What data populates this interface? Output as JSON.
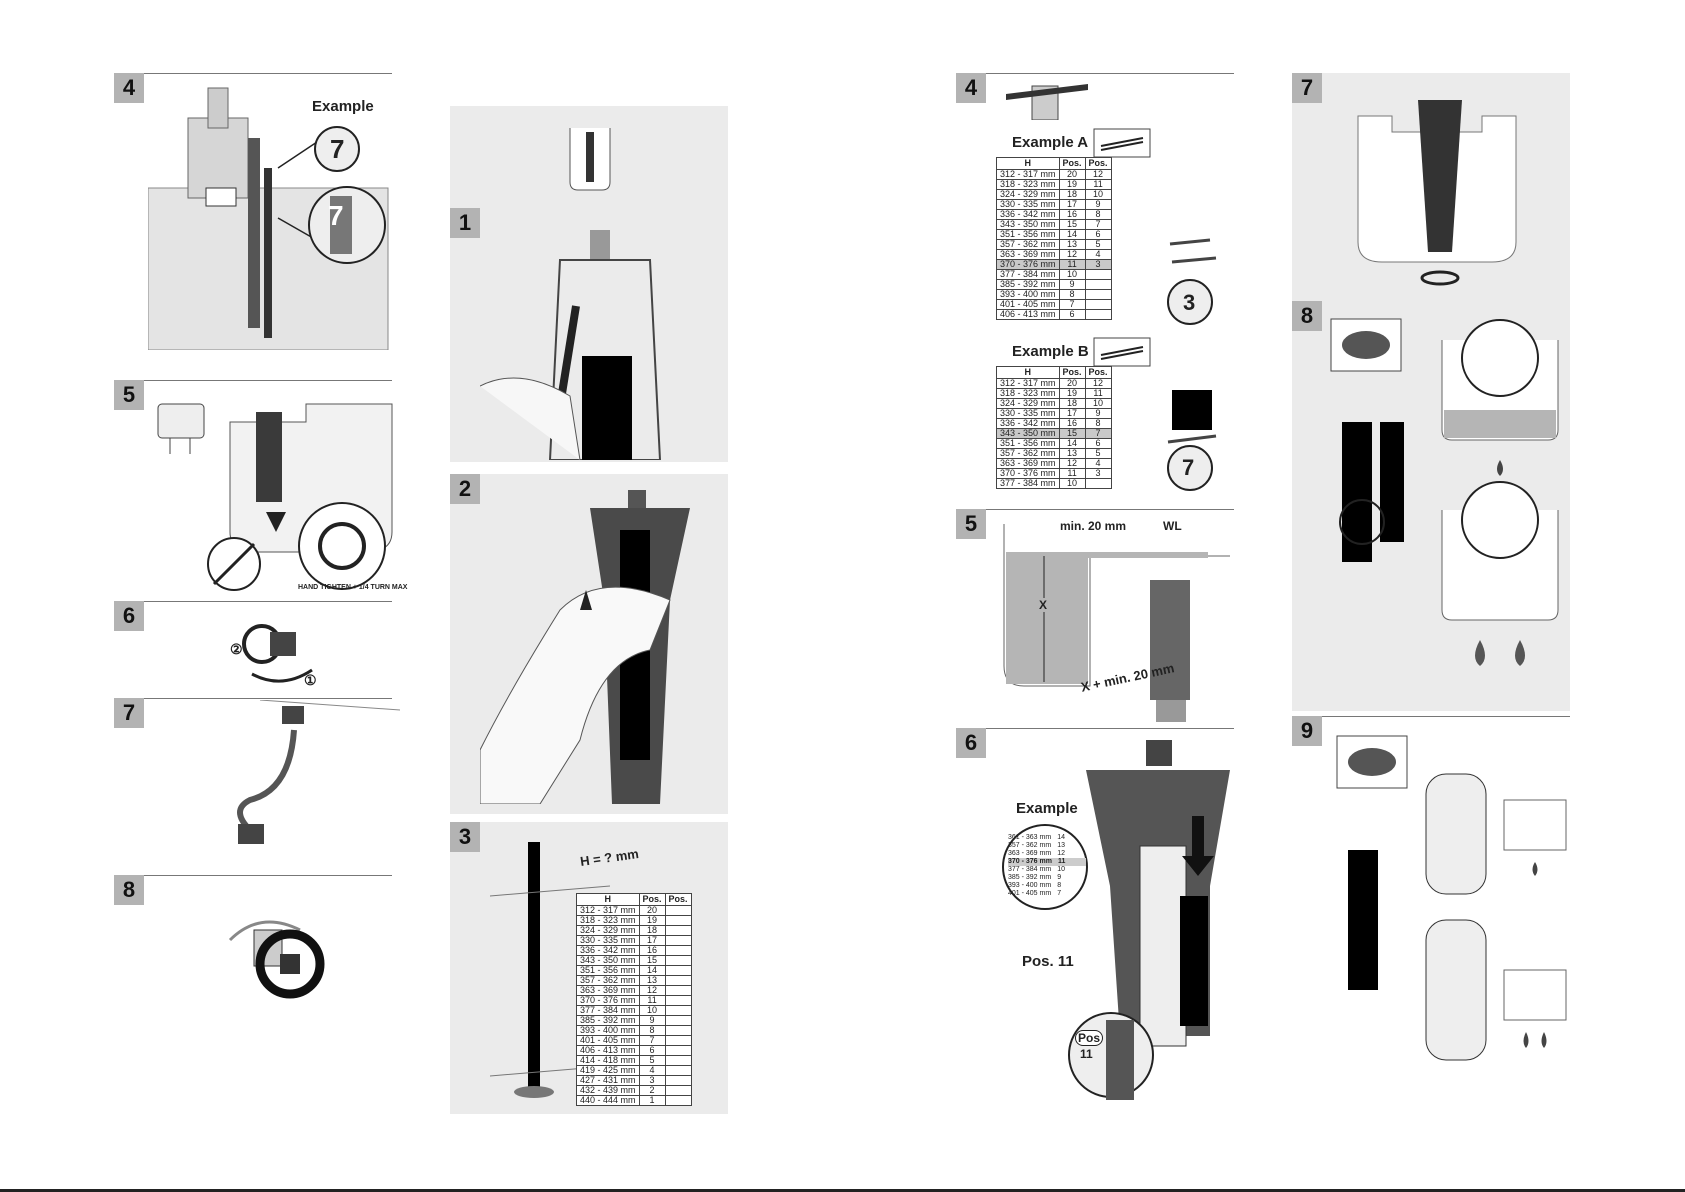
{
  "left_page": {
    "step4": {
      "badge": "4",
      "label": "Example",
      "callout_top": "7",
      "callout_bottom": "7"
    },
    "step5": {
      "badge": "5",
      "ring_text": "HAND TIGHTEN + 1/4 TURN MAX"
    },
    "step6": {
      "badge": "6",
      "marker_1": "①",
      "marker_2": "②"
    },
    "step7": {
      "badge": "7"
    },
    "step8": {
      "badge": "8"
    }
  },
  "middle_column": {
    "step1": {
      "badge": "1"
    },
    "step2": {
      "badge": "2"
    },
    "step3": {
      "badge": "3",
      "measure_label": "H = ? mm",
      "columns": [
        "H",
        "Pos.",
        "Pos."
      ],
      "rows": [
        [
          "312 - 317 mm",
          "20"
        ],
        [
          "318 - 323 mm",
          "19"
        ],
        [
          "324 - 329 mm",
          "18"
        ],
        [
          "330 - 335 mm",
          "17"
        ],
        [
          "336 - 342 mm",
          "16"
        ],
        [
          "343 - 350 mm",
          "15"
        ],
        [
          "351 - 356 mm",
          "14"
        ],
        [
          "357 - 362 mm",
          "13"
        ],
        [
          "363 - 369 mm",
          "12"
        ],
        [
          "370 - 376 mm",
          "11"
        ],
        [
          "377 - 384 mm",
          "10"
        ],
        [
          "385 - 392 mm",
          "9"
        ],
        [
          "393 - 400 mm",
          "8"
        ],
        [
          "401 - 405 mm",
          "7"
        ],
        [
          "406 - 413 mm",
          "6"
        ],
        [
          "414 - 418 mm",
          "5"
        ],
        [
          "419 - 425 mm",
          "4"
        ],
        [
          "427 - 431 mm",
          "3"
        ],
        [
          "432 - 439 mm",
          "2"
        ],
        [
          "440 - 444 mm",
          "1"
        ]
      ]
    }
  },
  "right_page": {
    "step4": {
      "badge": "4",
      "example_a": {
        "title": "Example A",
        "columns": [
          "H",
          "Pos.",
          "Pos."
        ],
        "rows": [
          [
            "312 - 317 mm",
            "20",
            "12"
          ],
          [
            "318 - 323 mm",
            "19",
            "11"
          ],
          [
            "324 - 329 mm",
            "18",
            "10"
          ],
          [
            "330 - 335 mm",
            "17",
            "9"
          ],
          [
            "336 - 342 mm",
            "16",
            "8"
          ],
          [
            "343 - 350 mm",
            "15",
            "7"
          ],
          [
            "351 - 356 mm",
            "14",
            "6"
          ],
          [
            "357 - 362 mm",
            "13",
            "5"
          ],
          [
            "363 - 369 mm",
            "12",
            "4"
          ],
          [
            "370 - 376 mm",
            "11",
            "3"
          ],
          [
            "377 - 384 mm",
            "10",
            ""
          ],
          [
            "385 - 392 mm",
            "9",
            ""
          ],
          [
            "393 - 400 mm",
            "8",
            ""
          ],
          [
            "401 - 405 mm",
            "7",
            ""
          ],
          [
            "406 - 413 mm",
            "6",
            ""
          ]
        ],
        "highlight_row": "9",
        "callout": "3"
      },
      "example_b": {
        "title": "Example B",
        "columns": [
          "H",
          "Pos.",
          "Pos."
        ],
        "rows": [
          [
            "312 - 317 mm",
            "20",
            "12"
          ],
          [
            "318 - 323 mm",
            "19",
            "11"
          ],
          [
            "324 - 329 mm",
            "18",
            "10"
          ],
          [
            "330 - 335 mm",
            "17",
            "9"
          ],
          [
            "336 - 342 mm",
            "16",
            "8"
          ],
          [
            "343 - 350 mm",
            "15",
            "7"
          ],
          [
            "351 - 356 mm",
            "14",
            "6"
          ],
          [
            "357 - 362 mm",
            "13",
            "5"
          ],
          [
            "363 - 369 mm",
            "12",
            "4"
          ],
          [
            "370 - 376 mm",
            "11",
            "3"
          ],
          [
            "377 - 384 mm",
            "10",
            ""
          ]
        ],
        "highlight_row": "5",
        "callout": "7"
      }
    },
    "step5": {
      "badge": "5",
      "min_label": "min. 20 mm",
      "wl_label": "WL",
      "x_label": "X",
      "x_min_label": "X + min. 20 mm"
    },
    "step6": {
      "badge": "6",
      "label": "Example",
      "pos_label": "Pos. 11",
      "lens_rows": [
        [
          "361 - 363 mm",
          "14"
        ],
        [
          "357 - 362 mm",
          "13"
        ],
        [
          "363 - 369 mm",
          "12"
        ],
        [
          "370 - 376 mm",
          "11"
        ],
        [
          "377 - 384 mm",
          "10"
        ],
        [
          "385 - 392 mm",
          "9"
        ],
        [
          "393 - 400 mm",
          "8"
        ],
        [
          "401 - 405 mm",
          "7"
        ]
      ],
      "tag_pos": "Pos",
      "tag_number": "11"
    },
    "step7": {
      "badge": "7"
    },
    "step8": {
      "badge": "8"
    },
    "step9": {
      "badge": "9"
    }
  }
}
